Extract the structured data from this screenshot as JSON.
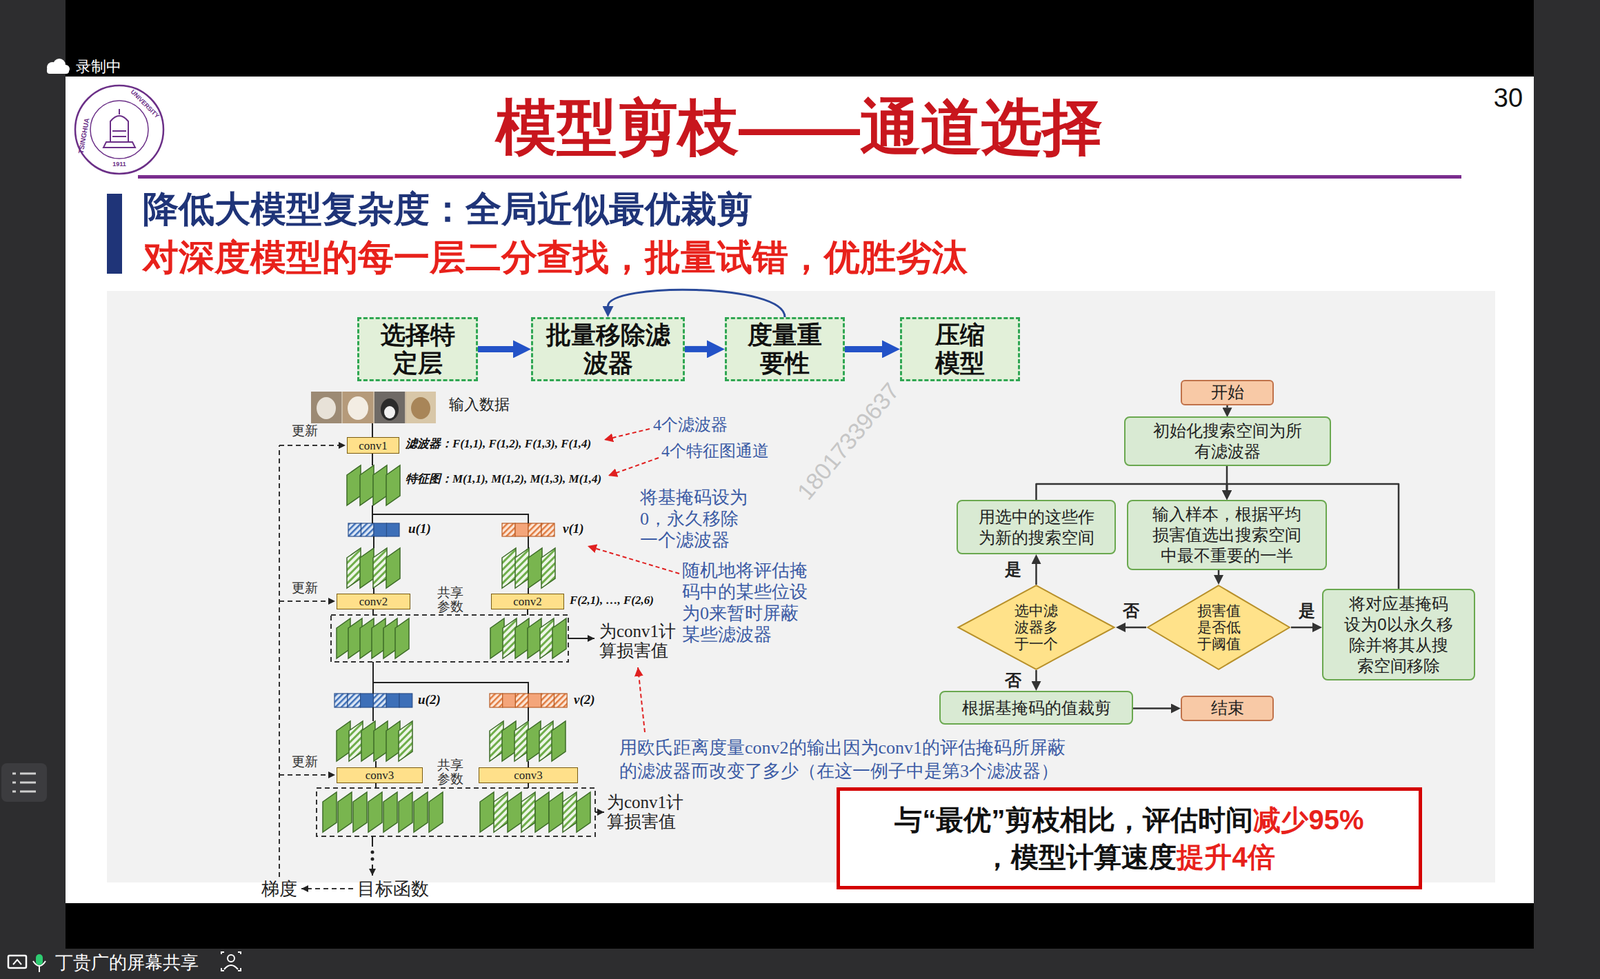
{
  "diagram": {
    "title": "模型剪枝——通道选择",
    "nodes": [
      {
        "text": [
          "选择特定层"
        ]
      },
      {
        "text": [
          "批量移除滤波器"
        ]
      },
      {
        "text": [
          "度量重要性"
        ]
      },
      {
        "text": [
          "压缩模型"
        ]
      },
      {
        "text": [
          "conv1"
        ]
      },
      {
        "text": [
          "conv2"
        ]
      },
      {
        "text": [
          "conv2"
        ]
      },
      {
        "text": [
          "conv3"
        ]
      },
      {
        "text": [
          "conv3"
        ]
      },
      {
        "text": [
          "开始"
        ]
      },
      {
        "text": [
          "初始化搜索空间为所有滤波器"
        ]
      },
      {
        "text": [
          "用选中的这些作为新的搜索空间"
        ]
      },
      {
        "text": [
          "输入样本，根据平均损害值选出搜索空间中最不重要的一半"
        ]
      },
      {
        "text": [
          "选中滤波器多于一个"
        ]
      },
      {
        "text": [
          "损害值是否低于阈值"
        ]
      },
      {
        "text": [
          "将对应基掩码设为0以永久移除并将其从搜索空间移除"
        ]
      },
      {
        "text": [
          "根据基掩码的值裁剪"
        ]
      },
      {
        "text": [
          "结束"
        ]
      },
      {
        "text": [
          "与“最优”剪枝相比，评估时间",
          "减少95%",
          "，模型计算速度",
          "提升4倍"
        ]
      }
    ],
    "edges": [
      {
        "from": 0,
        "to": 1,
        "arrow": "to"
      },
      {
        "from": 1,
        "to": 2,
        "arrow": "to"
      },
      {
        "from": 2,
        "to": 1,
        "arrow": "to"
      },
      {
        "from": 2,
        "to": 3,
        "arrow": "to"
      },
      {
        "from": 9,
        "to": 10,
        "arrow": "to"
      },
      {
        "from": 10,
        "to": 12,
        "arrow": "to"
      },
      {
        "from": 11,
        "to": 12,
        "arrow": "to"
      },
      {
        "from": 15,
        "to": 12,
        "arrow": "to"
      },
      {
        "from": 12,
        "to": 14,
        "arrow": "to"
      },
      {
        "from": 14,
        "to": 13,
        "label": "否",
        "arrow": "to"
      },
      {
        "from": 14,
        "to": 15,
        "label": "是",
        "arrow": "to"
      },
      {
        "from": 13,
        "to": 11,
        "label": "是",
        "arrow": "to"
      },
      {
        "from": 13,
        "to": 16,
        "label": "否",
        "arrow": "to"
      },
      {
        "from": 16,
        "to": 17,
        "arrow": "to"
      }
    ],
    "labels": [
      "录制中",
      "30",
      "TSINGHUA",
      "UNIVERSITY",
      "1911",
      "降低大模型复杂度：全局近似最优裁剪",
      "对深度模型的每一层二分查找，批量试错，优胜劣汰",
      "18017339637",
      "输入数据",
      "更新",
      "滤波器：F(1,1), F(1,2), F(1,3), F(1,4)",
      "4个滤波器",
      "特征图：M(1,1), M(1,2), M(1,3), M(1,4)",
      "4个特征图通道",
      "将基掩码设为0，永久移除一个滤波器",
      "u(1)",
      "v(1)",
      "随机地将评估掩码中的某些位设为0来暂时屏蔽某些滤波器",
      "更新",
      "共享参数",
      "F(2,1), …, F(2,6)",
      "为conv1计算损害值",
      "u(2)",
      "v(2)",
      "更新",
      "共享参数",
      "为conv1计算损害值",
      "用欧氏距离度量conv2的输出因为conv1的评估掩码所屏蔽的滤波器而改变了多少（在这一例子中是第3个滤波器）",
      "梯度",
      "目标函数",
      "丁贵广的屏幕共享"
    ]
  }
}
